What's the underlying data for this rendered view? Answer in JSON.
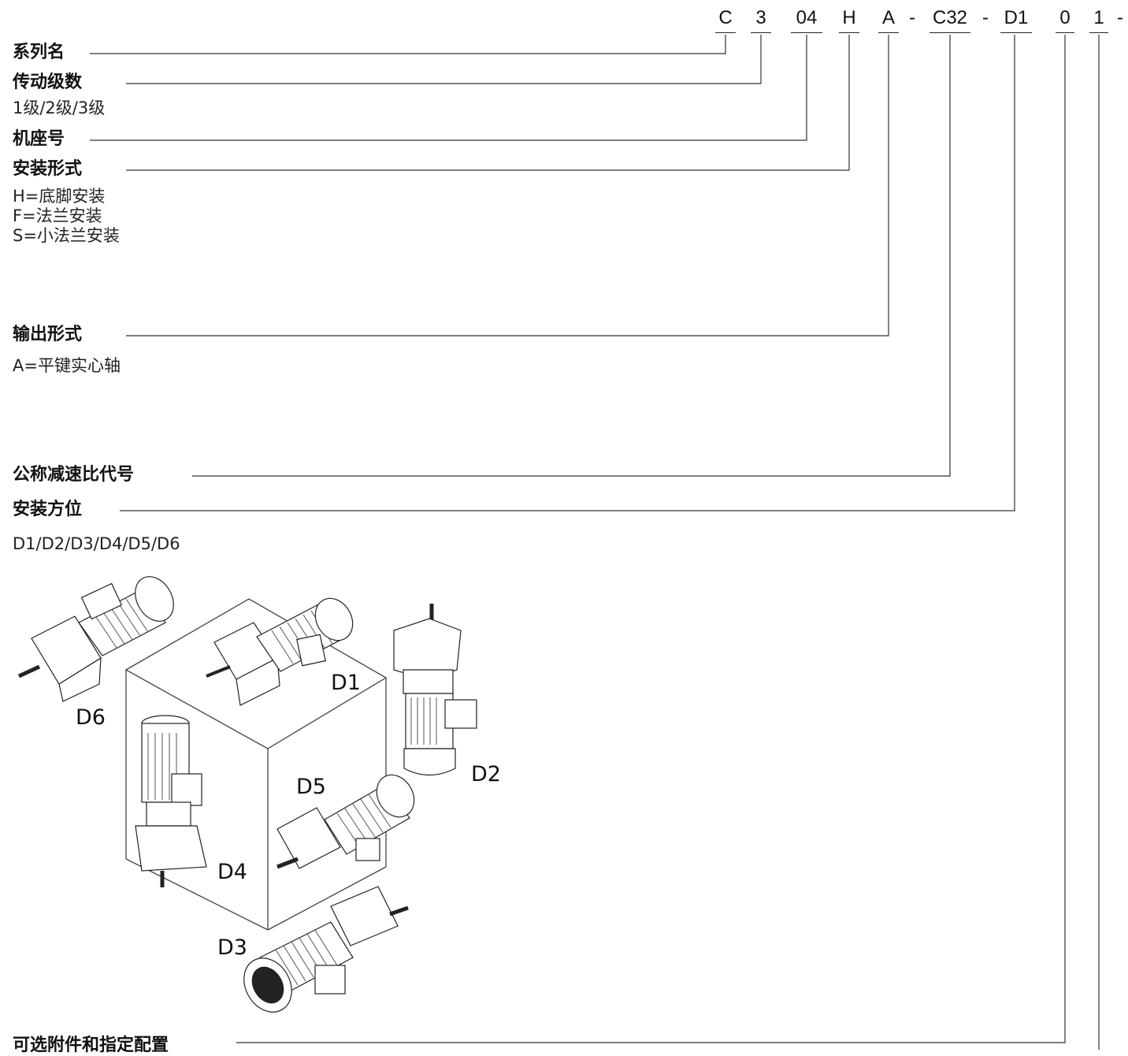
{
  "code": {
    "parts": [
      "C",
      "3",
      "04",
      "H",
      "A",
      "-",
      "C32",
      "-",
      "D1",
      "0",
      "1",
      "-"
    ]
  },
  "fields": {
    "series_name": "系列名",
    "stages": "传动级数",
    "stages_desc": "1级/2级/3级",
    "frame_size": "机座号",
    "mounting_type": "安装形式",
    "mounting_desc": [
      "H=底脚安装",
      "F=法兰安装",
      "S=小法兰安装"
    ],
    "output_type": "输出形式",
    "output_desc": "A=平键实心轴",
    "ratio_code": "公称减速比代号",
    "mounting_position": "安装方位",
    "position_desc": "D1/D2/D3/D4/D5/D6",
    "options": "可选附件和指定配置"
  },
  "positions": {
    "d1": "D1",
    "d2": "D2",
    "d3": "D3",
    "d4": "D4",
    "d5": "D5",
    "d6": "D6"
  }
}
